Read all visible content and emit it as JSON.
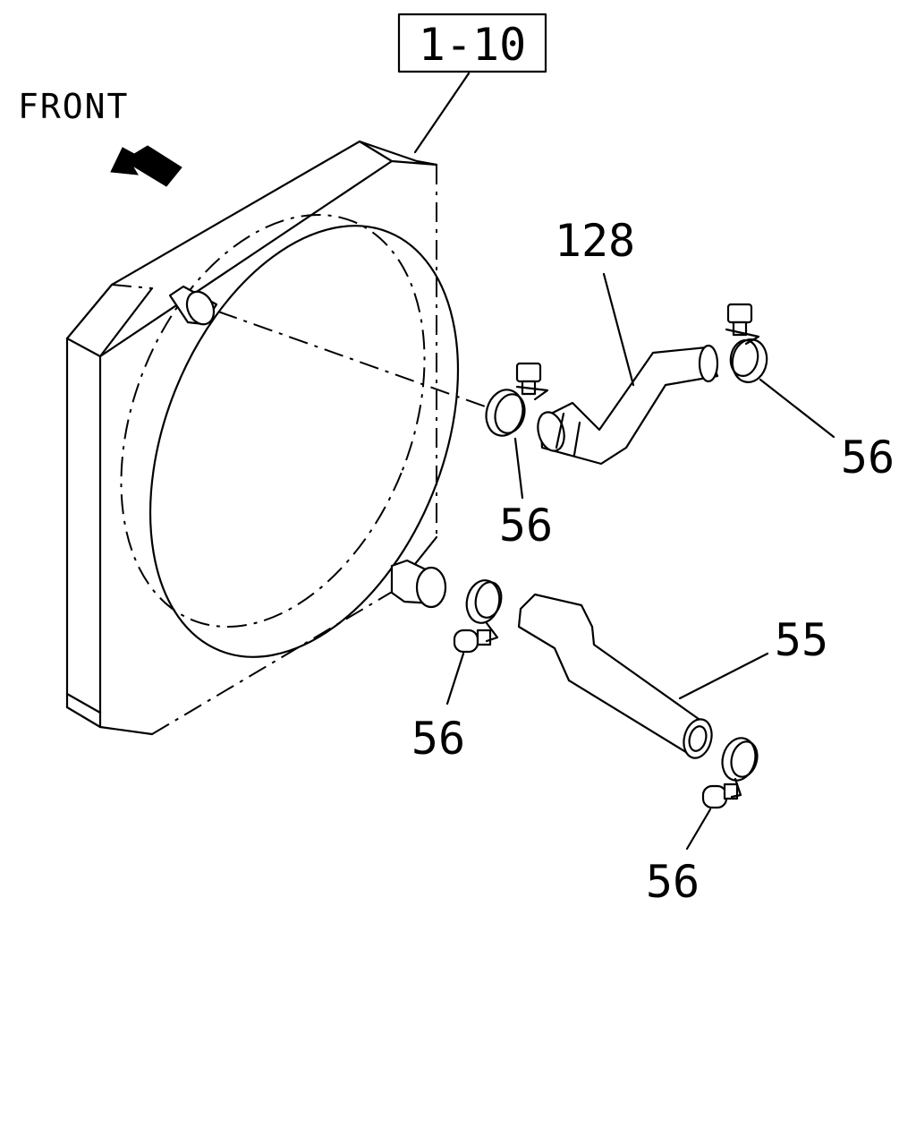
{
  "diagram": {
    "direction_label": "FRONT",
    "section_ref": "1-10",
    "callouts": {
      "upper_hose": "128",
      "lower_hose": "55",
      "clamp_upper_right": "56",
      "clamp_upper_left": "56",
      "clamp_lower_left": "56",
      "clamp_lower_right": "56"
    }
  }
}
